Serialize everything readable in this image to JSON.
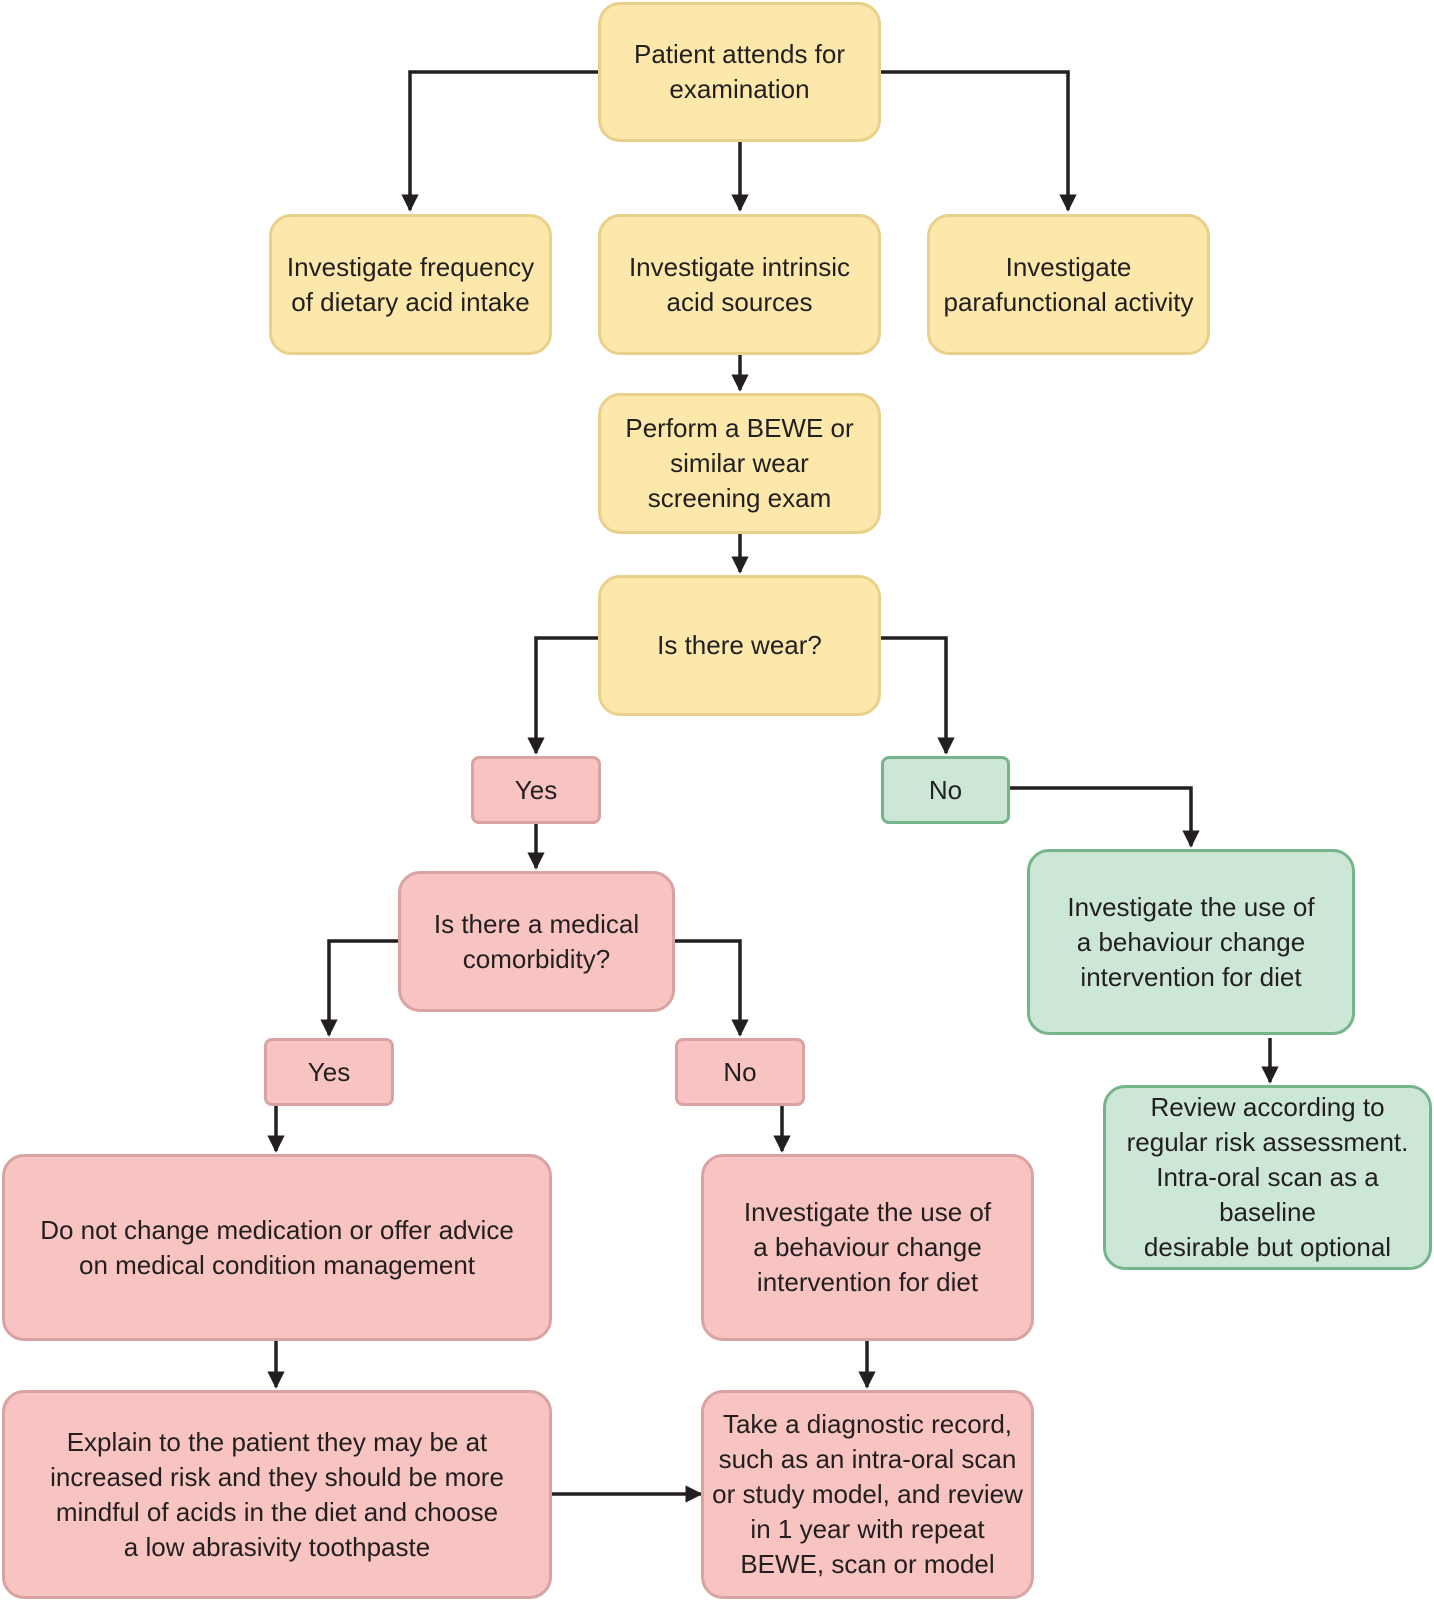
{
  "colors": {
    "yellow_fill": "#fbe8aa",
    "red_fill": "#f7c4c1",
    "green_fill": "#cde7d6",
    "arrow": "#231f20"
  },
  "nodes": {
    "start": "Patient attends for\nexamination",
    "dietary": "Investigate frequency\nof dietary acid intake",
    "intrinsic": "Investigate intrinsic\nacid sources",
    "parafunctional": "Investigate\nparafunctional activity",
    "bewe": "Perform a BEWE or\nsimilar wear\nscreening exam",
    "wear_question": "Is there wear?",
    "wear_yes": "Yes",
    "wear_no": "No",
    "comorbidity_question": "Is there a medical\ncomorbidity?",
    "comorbidity_yes": "Yes",
    "comorbidity_no": "No",
    "no_change_medication": "Do not change medication or offer advice\non medical condition management",
    "behaviour_change_red": "Investigate the use of\na behaviour change\nintervention for diet",
    "explain_risk": "Explain to the patient they may be at\nincreased risk and they should be more\nmindful of acids in the diet and choose\na low abrasivity toothpaste",
    "diagnostic_record": "Take a diagnostic record,\nsuch as an intra-oral scan\nor study model, and review\nin 1 year with repeat\nBEWE, scan or model",
    "behaviour_change_green": "Investigate the use of\na behaviour change\nintervention for diet",
    "review_risk": "Review according to\nregular risk assessment.\nIntra-oral scan as a baseline\ndesirable but optional"
  }
}
